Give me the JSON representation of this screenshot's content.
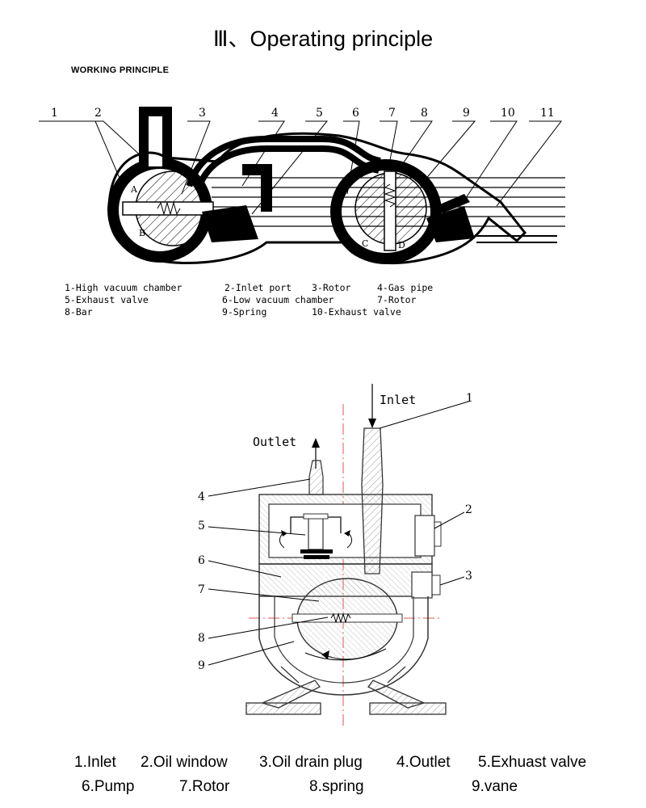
{
  "title": "Ⅲ、Operating principle",
  "working_principle": {
    "heading": "WORKING PRINCIPLE",
    "callouts": [
      "1",
      "2",
      "3",
      "4",
      "5",
      "6",
      "7",
      "8",
      "9",
      "10",
      "11"
    ],
    "letters": [
      "A",
      "B",
      "C",
      "D"
    ],
    "legend": {
      "row1": [
        "1-High vacuum chamber",
        "2-Inlet port",
        "3-Rotor",
        "4-Gas pipe"
      ],
      "row2": [
        "5-Exhaust valve",
        "6-Low vacuum chamber",
        "7-Rotor"
      ],
      "row3": [
        "8-Bar",
        "9-Spring",
        "10-Exhaust valve"
      ]
    }
  },
  "pump_section": {
    "inlet_label": "Inlet",
    "outlet_label": "Outlet",
    "callouts": [
      "1",
      "2",
      "3",
      "4",
      "5",
      "6",
      "7",
      "8",
      "9"
    ],
    "legend": {
      "row1": [
        "1.Inlet",
        "2.Oil window",
        "3.Oil drain plug",
        "4.Outlet",
        "5.Exhuast valve"
      ],
      "row2": [
        "6.Pump",
        "7.Rotor",
        "8.spring",
        "9.vane"
      ]
    }
  },
  "colors": {
    "ink": "#000000",
    "centerline": "#e05555",
    "hatch": "#000000"
  },
  "icons": [
    "arrow-down-icon",
    "arrow-up-icon",
    "spring-icon"
  ]
}
